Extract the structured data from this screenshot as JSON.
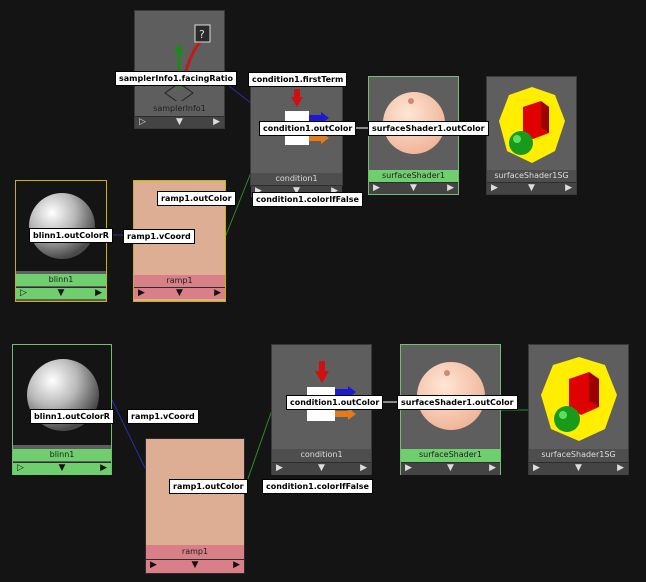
{
  "colors": {
    "background": "#141414",
    "node_gray": "#5e5e5e",
    "label_green": "#6fcf6f",
    "label_pink": "#d97f87",
    "ramp_body": "#deae94",
    "selection_yellow": "#c8b400",
    "wire_green": "#2a8a2a",
    "wire_blue": "#2b2ba8",
    "wire_white": "#ffffff"
  },
  "bar_glyphs": {
    "left": "▷",
    "middle": "▼",
    "right": "▶",
    "left_filled": "▶"
  },
  "top": {
    "nodes": {
      "samplerInfo": {
        "label": "samplerInfo1"
      },
      "condition": {
        "label": "condition1"
      },
      "surfaceShader": {
        "label": "surfaceShader1"
      },
      "shadingGroup": {
        "label": "surfaceShader1SG"
      },
      "blinn": {
        "label": "blinn1"
      },
      "ramp": {
        "label": "ramp1"
      }
    },
    "connections": {
      "sampler_facingRatio": "samplerInfo1.facingRatio",
      "condition_firstTerm": "condition1.firstTerm",
      "condition_outColor": "condition1.outColor",
      "surface_outColor": "surfaceShader1.outColor",
      "ramp_outColor": "ramp1.outColor",
      "condition_colorIfFalse": "condition1.colorIfFalse",
      "blinn_outColorR": "blinn1.outColorR",
      "ramp_vCoord": "ramp1.vCoord"
    }
  },
  "bottom": {
    "nodes": {
      "blinn": {
        "label": "blinn1"
      },
      "condition": {
        "label": "condition1"
      },
      "surfaceShader": {
        "label": "surfaceShader1"
      },
      "shadingGroup": {
        "label": "surfaceShader1SG"
      },
      "ramp": {
        "label": "ramp1"
      }
    },
    "connections": {
      "blinn_outColorR": "blinn1.outColorR",
      "ramp_vCoord": "ramp1.vCoord",
      "condition_outColor": "condition1.outColor",
      "surface_outColor": "surfaceShader1.outColor",
      "ramp_outColor": "ramp1.outColor",
      "condition_colorIfFalse": "condition1.colorIfFalse"
    }
  }
}
